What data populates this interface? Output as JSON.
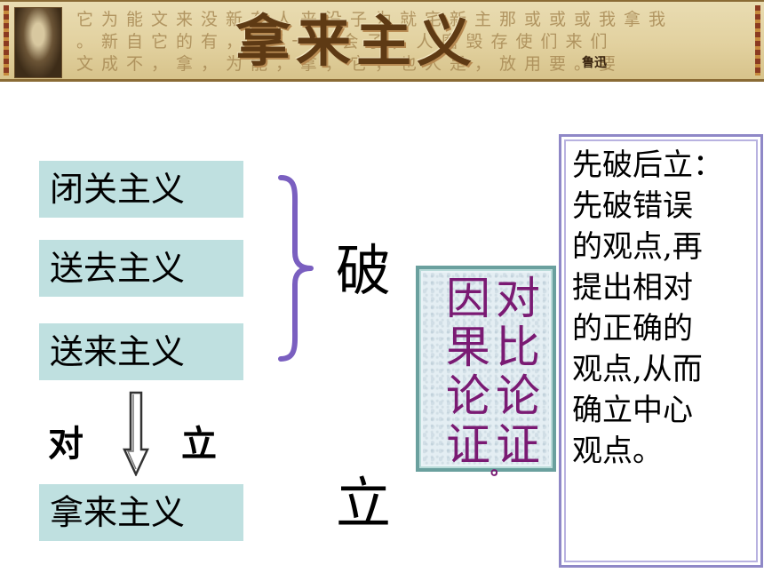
{
  "banner": {
    "title": "拿来主义",
    "signature": "鲁迅",
    "background_text": [
      "它为能文来没新有人来没子为就宅新主那或或或我拿我",
      "。新自它的有，，不一。会子，人磨毁存使们来们",
      "文成不，拿，为能，拿，它，也人是，放用要。要"
    ]
  },
  "terms": {
    "t1": "闭关主义",
    "t2": "送去主义",
    "t3": "送来主义",
    "t4": "拿来主义"
  },
  "opposition": {
    "left": "对",
    "right": "立"
  },
  "labels": {
    "po": "破",
    "li": "立"
  },
  "argument": {
    "col1": [
      "因",
      "果",
      "论",
      "证"
    ],
    "col2": [
      "对",
      "比",
      "论",
      "证"
    ],
    "mark": "。"
  },
  "explanation": {
    "lines": [
      "先破后立：",
      "先破错误",
      "的观点,再",
      "提出相对",
      "的正确的",
      "观点,从而",
      "确立中心",
      "观点。"
    ]
  },
  "colors": {
    "term_bg": "#bfe0e0",
    "accent_purple": "#7a1a73",
    "brace": "#7a5fc0",
    "banner_brown": "#5e3a14"
  }
}
